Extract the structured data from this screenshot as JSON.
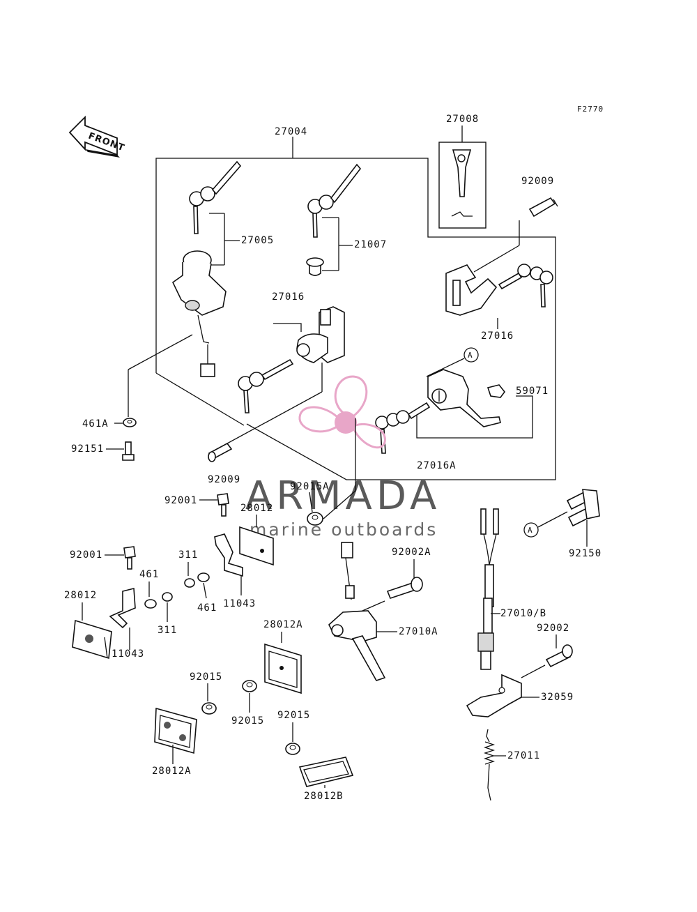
{
  "figure_code": "F2770",
  "front_label": "FRONT",
  "watermark": {
    "title": "ARMADA",
    "subtitle": "marine outboards",
    "logo_color": "#e8a6c8"
  },
  "callout_letter": "A",
  "parts": {
    "p27004": "27004",
    "p27008": "27008",
    "p92009_top": "92009",
    "p27005": "27005",
    "p21007": "21007",
    "p27016_mid": "27016",
    "p27016_right": "27016",
    "p461A": "461A",
    "p92151": "92151",
    "p92009_low": "92009",
    "p59071": "59071",
    "p27016A": "27016A",
    "p92015A": "92015A",
    "p92001_a": "92001",
    "p28012_a": "28012",
    "p92001_b": "92001",
    "p311_a": "311",
    "p461_a": "461",
    "p461_b": "461",
    "p11043_a": "11043",
    "p28012_b": "28012",
    "p311_b": "311",
    "p11043_b": "11043",
    "p92002A": "92002A",
    "p27010A": "27010A",
    "p27010B": "27010/B",
    "p92150": "92150",
    "p92002": "92002",
    "p32059": "32059",
    "p28012A_a": "28012A",
    "p92015_a": "92015",
    "p92015_b": "92015",
    "p92015_c": "92015",
    "p28012A_b": "28012A",
    "p28012B": "28012B",
    "p27011": "27011"
  }
}
